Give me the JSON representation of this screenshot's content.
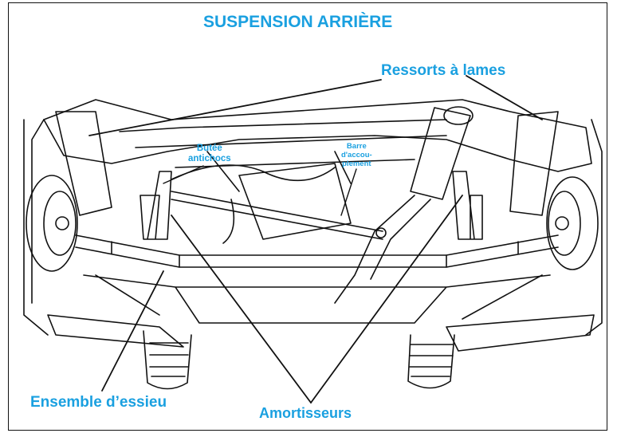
{
  "title": "SUSPENSION ARRIÈRE",
  "labels": {
    "leaf_springs": "Ressorts à lames",
    "bump_stop_line1": "Butée",
    "bump_stop_line2": "antichocs",
    "coupling_bar_line1": "Barre",
    "coupling_bar_line2": "d'accou-",
    "coupling_bar_line3": "plement",
    "axle_assembly": "Ensemble d’essieu",
    "shock_absorbers": "Amortisseurs"
  },
  "colors": {
    "label_blue": "#1aa0e0",
    "line_art": "#111111",
    "background": "#ffffff"
  }
}
